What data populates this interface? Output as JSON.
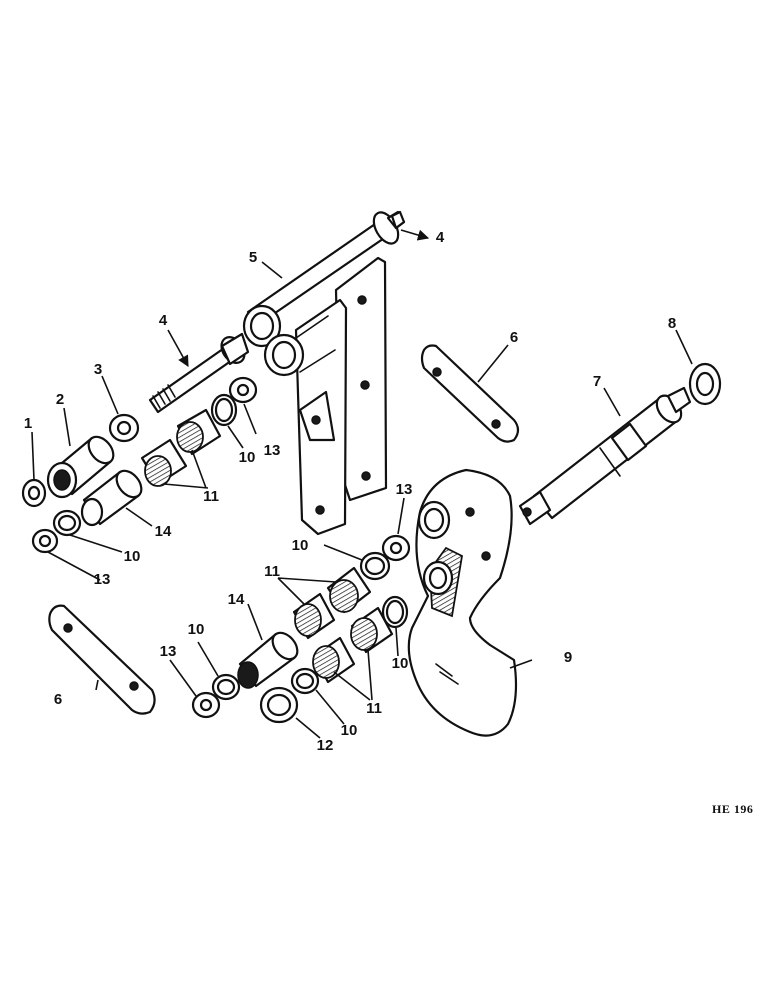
{
  "figure_ref": "HE 196",
  "callouts": {
    "c1": "1",
    "c2": "2",
    "c3": "3",
    "c4a": "4",
    "c4b": "4",
    "c5": "5",
    "c6a": "6",
    "c6b": "6",
    "c7": "7",
    "c8": "8",
    "c9": "9",
    "c10a": "10",
    "c10b": "10",
    "c10c": "10",
    "c10d": "10",
    "c10e": "10",
    "c10f": "10",
    "c11a": "11",
    "c11b": "11",
    "c11c": "11",
    "c12": "12",
    "c13a": "13",
    "c13b": "13",
    "c13c": "13",
    "c13d": "13",
    "c14a": "14",
    "c14b": "14"
  }
}
